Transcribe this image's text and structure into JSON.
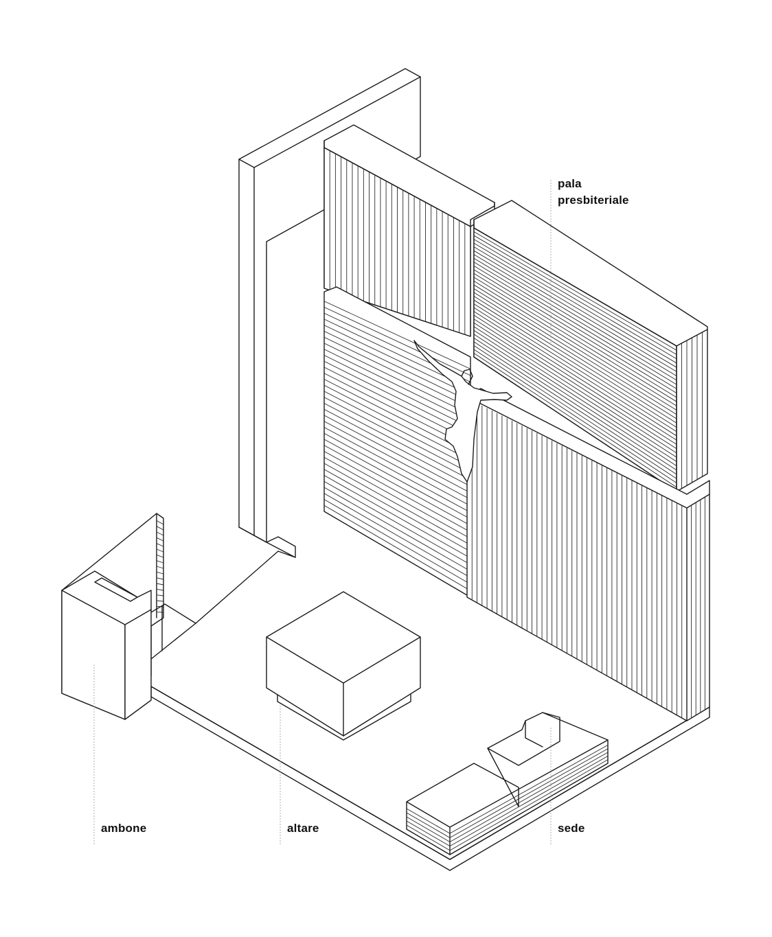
{
  "labels": {
    "pala_line1": "pala",
    "pala_line2": "presbiteriale",
    "ambone": "ambone",
    "altare": "altare",
    "sede": "sede"
  },
  "colors": {
    "line": "#1a1a1a",
    "background": "#ffffff",
    "leader": "#9a9a9a"
  },
  "icons": {
    "figure": "crucifix-figure-silhouette"
  }
}
